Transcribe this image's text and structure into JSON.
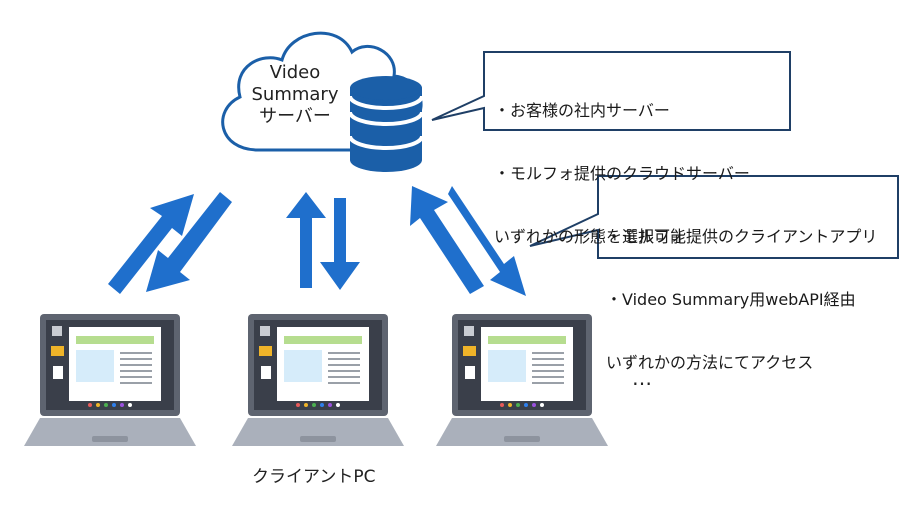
{
  "cloud": {
    "line1": "Video",
    "line2": "Summary",
    "line3": "サーバー"
  },
  "server_callout": {
    "line1": "・お客様の社内サーバー",
    "line2": "・モルフォ提供のクラウドサーバー",
    "line3": "いずれかの形態を選択可能"
  },
  "client_callout": {
    "line1": "・モルフォ提供のクライアントアプリ",
    "line2": "・Video Summary用webAPI経由",
    "line3": "いずれかの方法にてアクセス"
  },
  "caption": "クライアントPC",
  "ellipsis": "…",
  "colors": {
    "arrow": "#1f6fcc",
    "server": "#1b5fa8",
    "cloud_stroke": "#1b5fa8",
    "callout_border": "#1f3f66",
    "laptop_frame": "#5e6470",
    "laptop_base": "#aab0bb"
  }
}
